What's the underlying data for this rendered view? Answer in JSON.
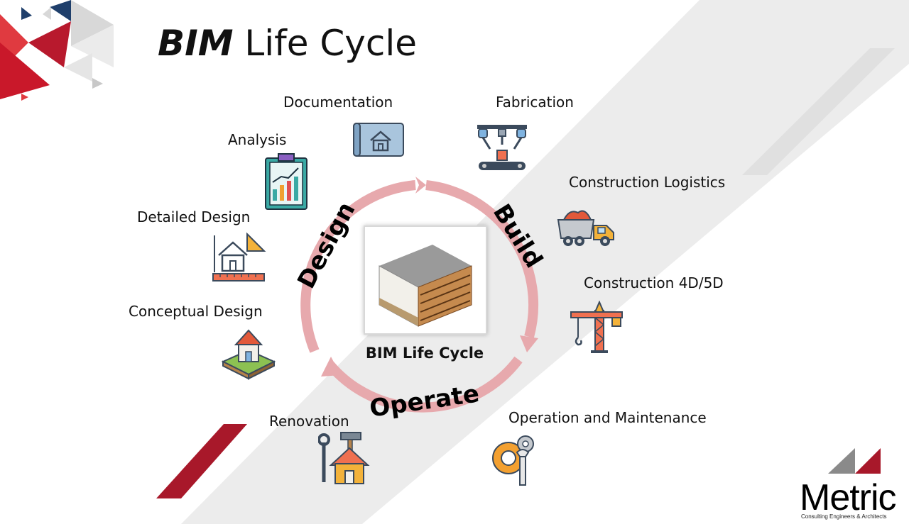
{
  "title": {
    "bold": "BIM",
    "rest": " Life Cycle"
  },
  "center": {
    "label": "BIM Life Cycle"
  },
  "phases": {
    "design": "Design",
    "build": "Build",
    "operate": "Operate"
  },
  "stages": {
    "documentation": "Documentation",
    "fabrication": "Fabrication",
    "analysis": "Analysis",
    "construction_logistics": "Construction Logistics",
    "detailed_design": "Detailed Design",
    "construction_4d5d": "Construction 4D/5D",
    "conceptual_design": "Conceptual Design",
    "renovation": "Renovation",
    "operation_maintenance": "Operation and Maintenance"
  },
  "logo": {
    "name": "Metric",
    "tagline": "Consulting Engineers & Architects"
  },
  "colors": {
    "accent_red": "#a8182a",
    "cycle_pink": "#e7a9ad",
    "stripe_gray": "#ececec"
  }
}
